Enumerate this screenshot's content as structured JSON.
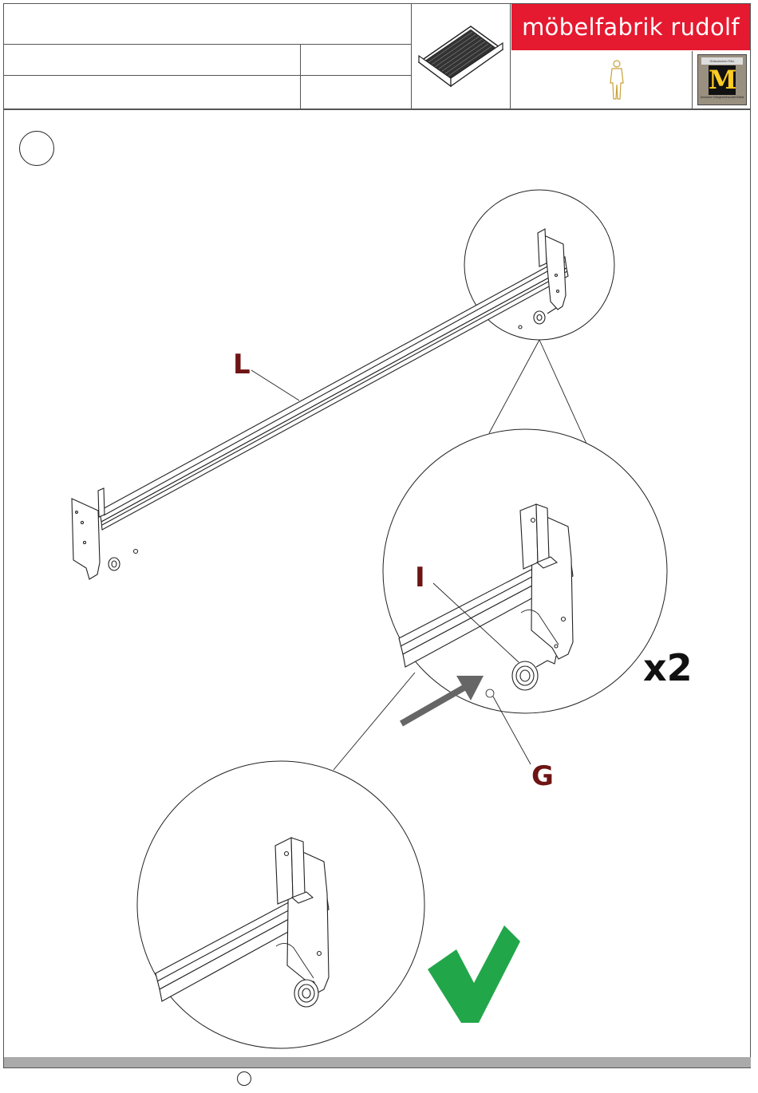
{
  "header": {
    "brand_name": "möbelfabrik rudolf",
    "brand_color": "#e5192f",
    "seal_top_text": "Gütezeichen RAL",
    "seal_letter": "M",
    "seal_bottom_text": "Deutsche Gütegemeinschaft Möbel",
    "person_icon": "person-icon",
    "product_icon": "bed-frame-icon"
  },
  "diagram": {
    "part_labels": {
      "rail": "L",
      "wheel": "I",
      "washer": "G"
    },
    "quantity": "x2",
    "label_color": "#6e1414",
    "check_color": "#22a64a",
    "arrow_color": "#666666"
  }
}
